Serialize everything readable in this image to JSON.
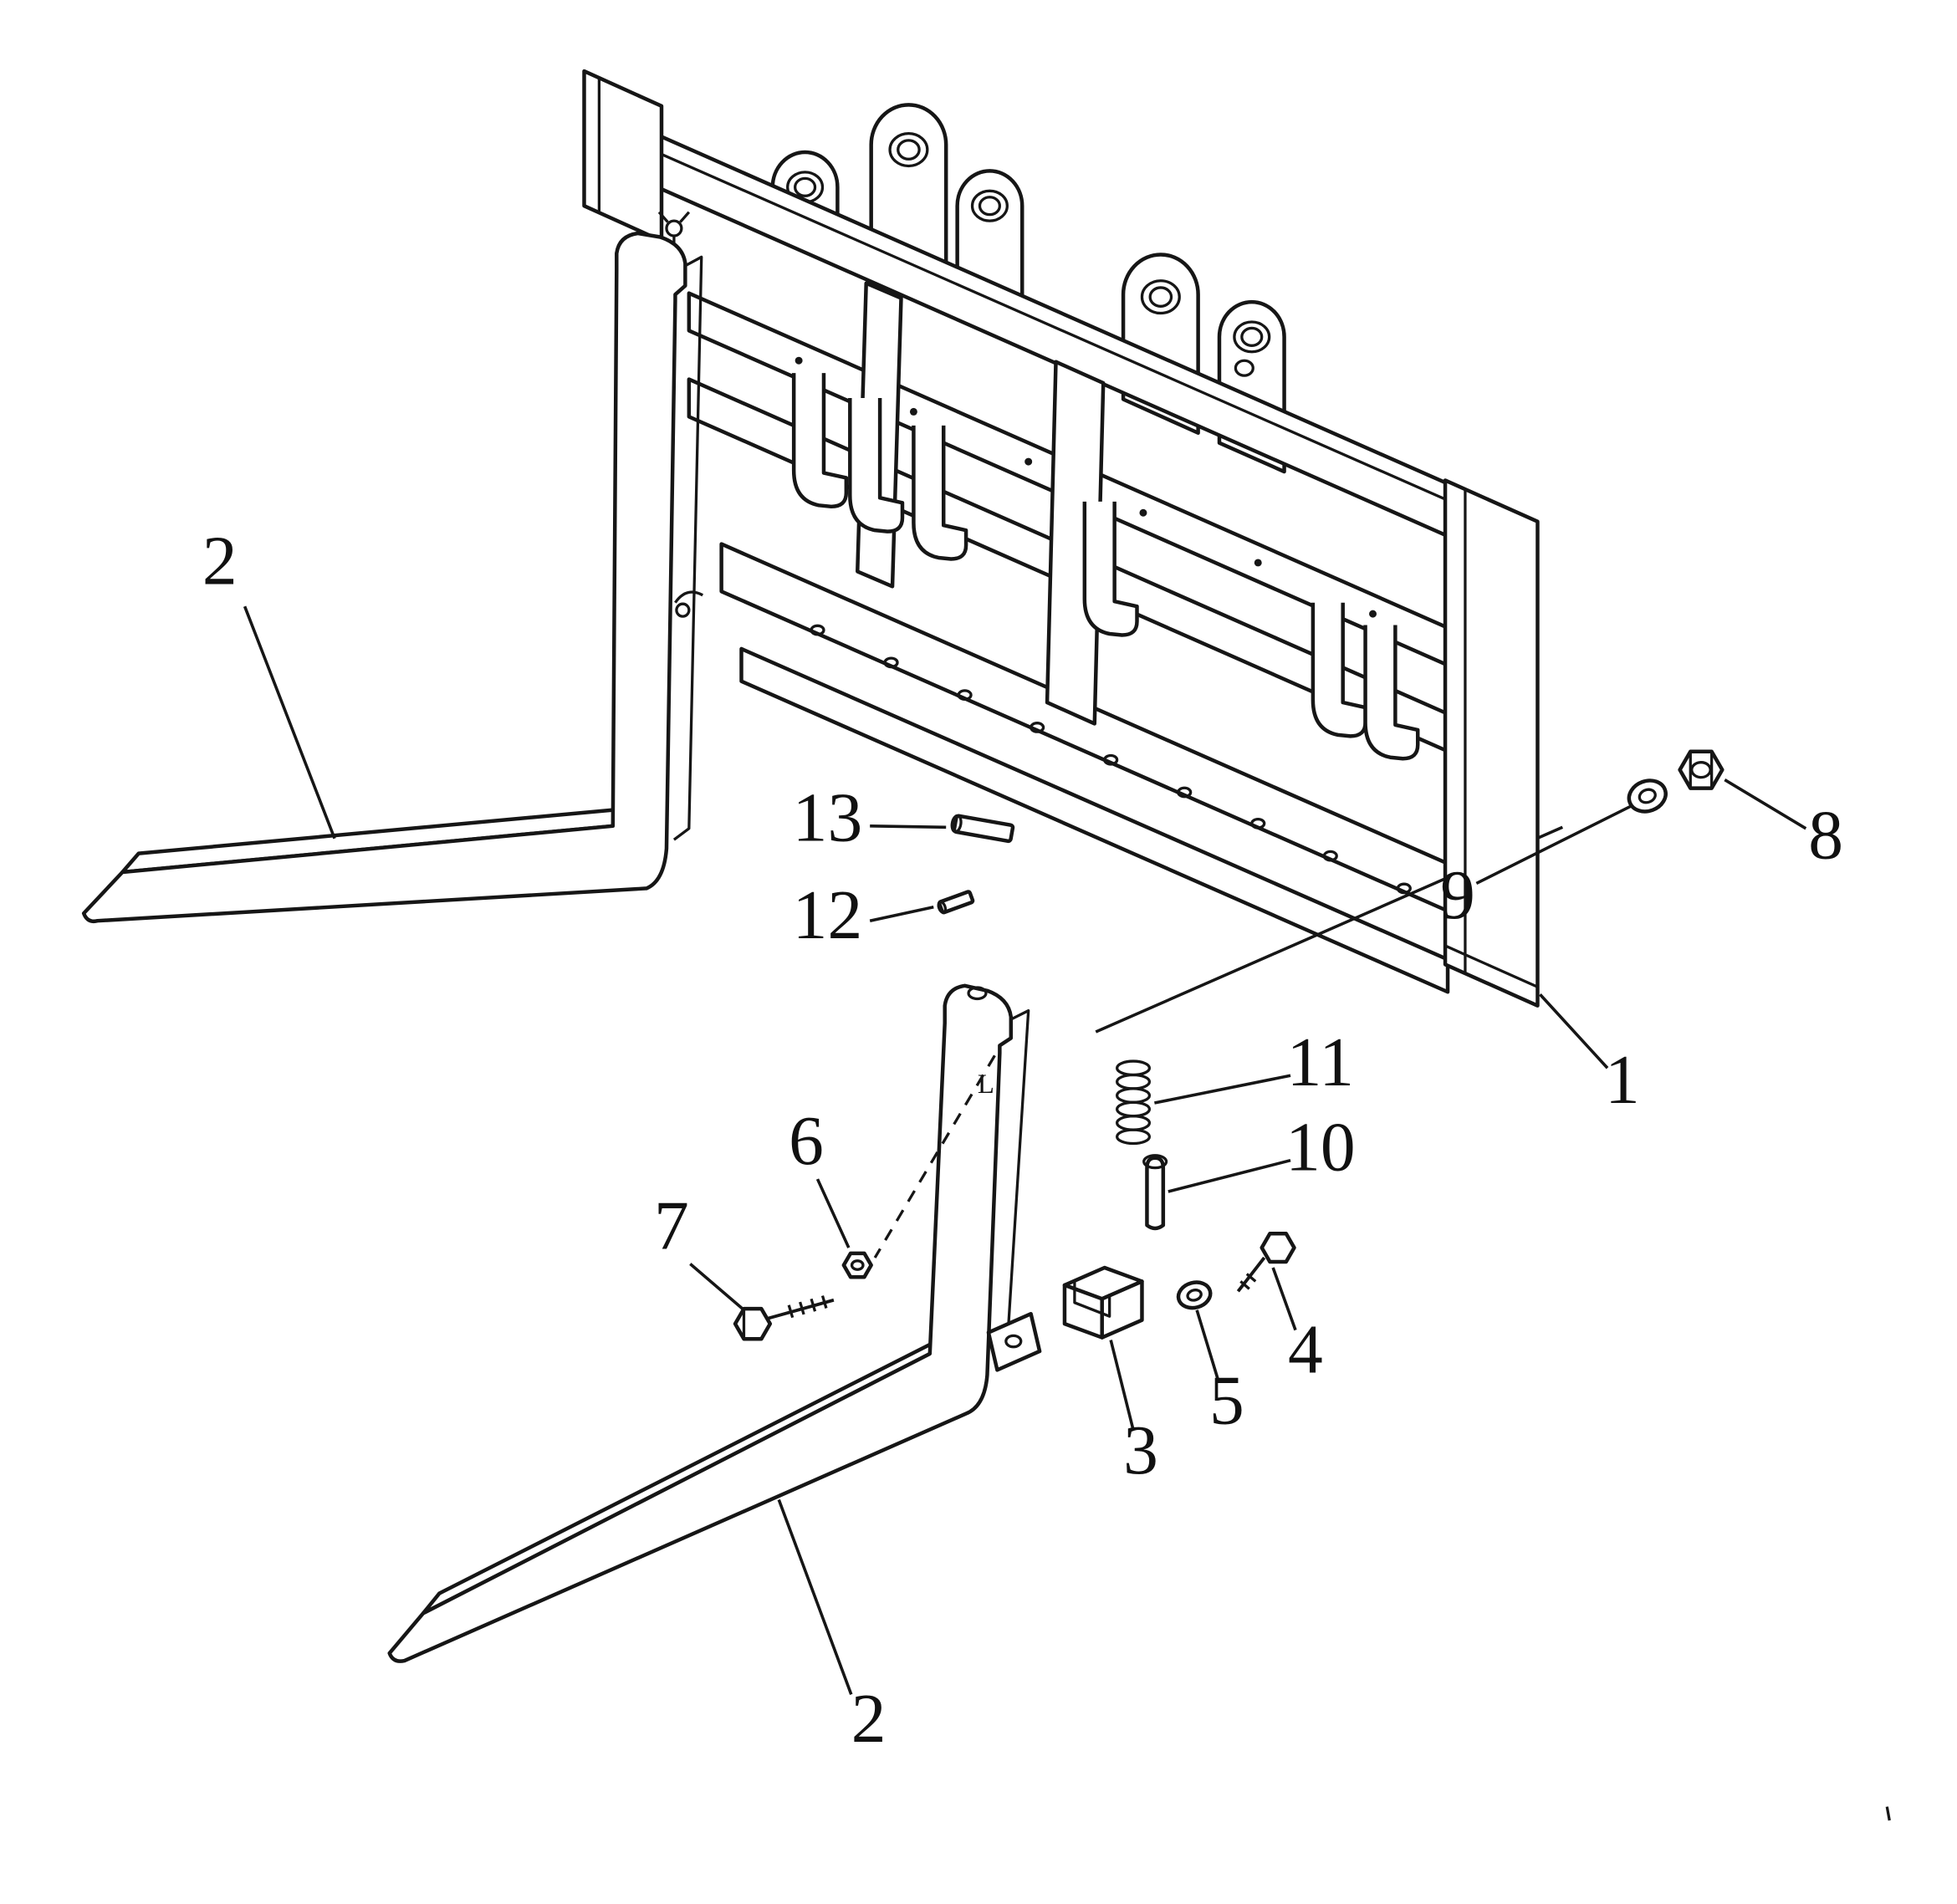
{
  "figure": {
    "kind": "exploded parts diagram",
    "subject": "pallet fork attachment assembly",
    "background_color": "#ffffff",
    "line_color": "#161616",
    "stamp": "L",
    "callouts": [
      {
        "id": "frame",
        "label": "1"
      },
      {
        "id": "fork-upper",
        "label": "2"
      },
      {
        "id": "fork-lower",
        "label": "2"
      },
      {
        "id": "latch-block",
        "label": "3"
      },
      {
        "id": "bolt-right",
        "label": "4"
      },
      {
        "id": "washer-small",
        "label": "5"
      },
      {
        "id": "nut-small",
        "label": "6"
      },
      {
        "id": "bolt-left",
        "label": "7"
      },
      {
        "id": "nut-large",
        "label": "8"
      },
      {
        "id": "washer-large",
        "label": "9"
      },
      {
        "id": "pin-vertical",
        "label": "10"
      },
      {
        "id": "spring",
        "label": "11"
      },
      {
        "id": "pin-short",
        "label": "12"
      },
      {
        "id": "pin-long",
        "label": "13"
      }
    ]
  }
}
